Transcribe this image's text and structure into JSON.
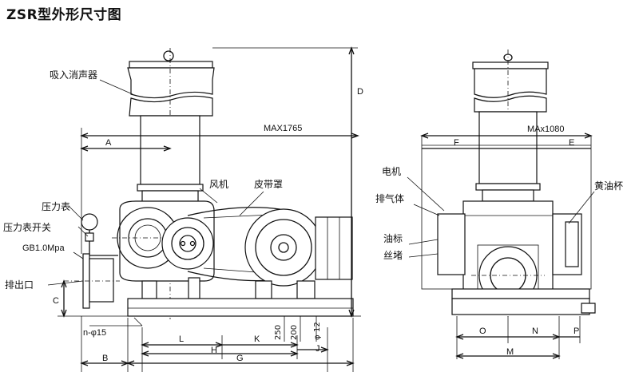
{
  "title": "ZSR型外形尺寸图",
  "labels": {
    "suction_silencer": "吸入消声器",
    "fan": "风机",
    "belt_cover": "皮带罩",
    "pressure_gauge": "压力表",
    "gauge_switch": "压力表开关",
    "flange_std": "GB1.0Mpa",
    "outlet": "排出口",
    "hole": "n-φ15",
    "motor": "电机",
    "exhaust_body": "排气体",
    "oil_mark": "油标",
    "plug": "丝堵",
    "grease_cup": "黄油杯"
  },
  "dims_side": {
    "max_length": "MAX1765",
    "a": "A",
    "b": "B",
    "c": "C",
    "d": "D",
    "g": "G",
    "h": "H",
    "j": "J",
    "k": "K",
    "l": "L",
    "d250": "250",
    "d200": "200",
    "d12": "12",
    "phi": "φ"
  },
  "dims_front": {
    "max_width": "MAx1080",
    "e": "E",
    "f": "F",
    "m": "M",
    "n": "N",
    "o": "O",
    "p": "P"
  }
}
